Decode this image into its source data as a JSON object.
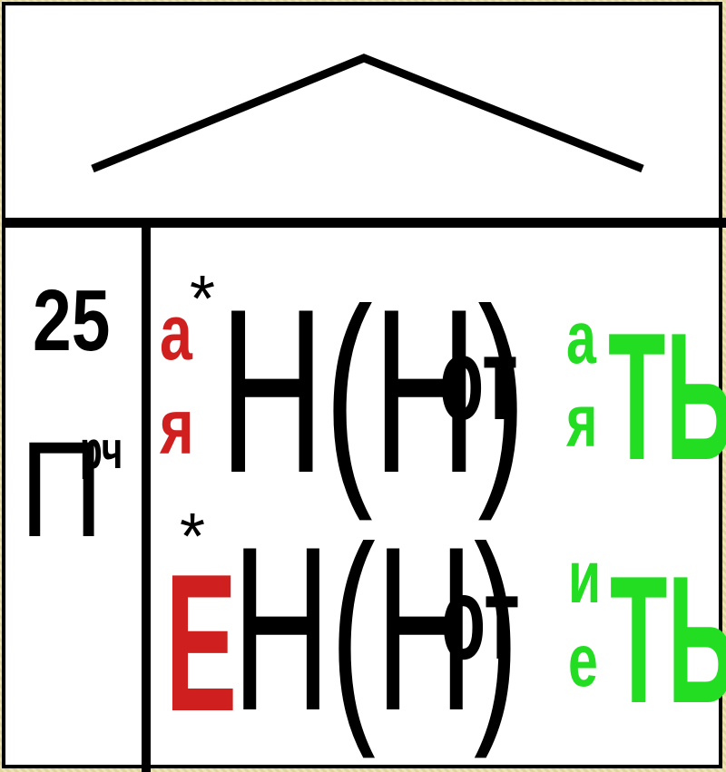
{
  "rule_card": {
    "left_cell": {
      "number": "25",
      "abbr_main": "П",
      "abbr_sup": "рч"
    },
    "row1": {
      "asterisk": "*",
      "vowel_top": "а",
      "vowel_bottom": "я",
      "suffix_main": "Н(Н)",
      "ending": "от",
      "verb_vowel_top": "а",
      "verb_vowel_bottom": "я",
      "verb_ending": "ТЬ"
    },
    "row2": {
      "asterisk": "*",
      "vowel": "Е",
      "suffix_main": "Н(Н)",
      "ending": "от",
      "verb_vowel_top": "и",
      "verb_vowel_bottom": "е",
      "verb_ending": "ТЬ"
    }
  },
  "colors": {
    "accent_red": "#d01f1f",
    "accent_green": "#22dd22",
    "ink": "#000000",
    "frame": "#e7dcaa"
  }
}
